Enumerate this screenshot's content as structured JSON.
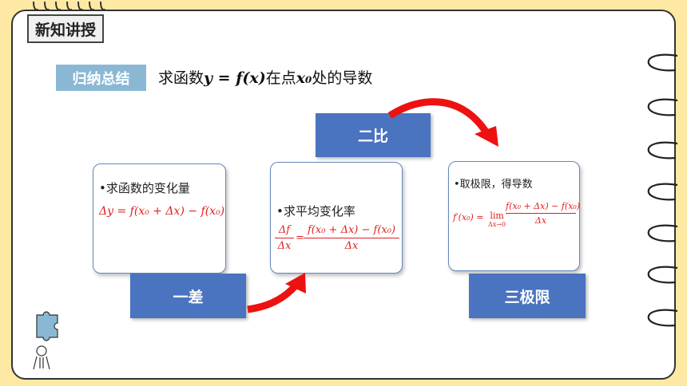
{
  "header_tag": "新知讲授",
  "summary": {
    "label": "归纳总结",
    "text_prefix": "求函数",
    "text_formula": "y = f(x)",
    "text_mid": "在点",
    "text_point": "x₀",
    "text_suffix": "处的导数"
  },
  "steps": [
    {
      "label": "一差",
      "bullet": "•求函数的变化量",
      "formula": "Δy = f(x₀ + Δx) − f(x₀)"
    },
    {
      "label": "二比",
      "bullet": "•求平均变化率",
      "lhs_num": "Δf",
      "lhs_den": "Δx",
      "rhs_num": "f(x₀ + Δx) − f(x₀)",
      "rhs_den": "Δx"
    },
    {
      "label": "三极限",
      "bullet": "•取极限，得导数",
      "lhs": "f′(x₀) =",
      "lim": "lim",
      "lim_sub": "Δx→0",
      "num": "f(x₀ + Δx) − f(x₀)",
      "den": "Δx"
    }
  ],
  "colors": {
    "background": "#fde9a3",
    "step_box": "#4a73c0",
    "summary_label": "#8ab8d4",
    "formula": "#e02020",
    "arrow": "#ee1111"
  },
  "icons": [
    "spiral-ring-icon",
    "puzzle-person-icon"
  ]
}
